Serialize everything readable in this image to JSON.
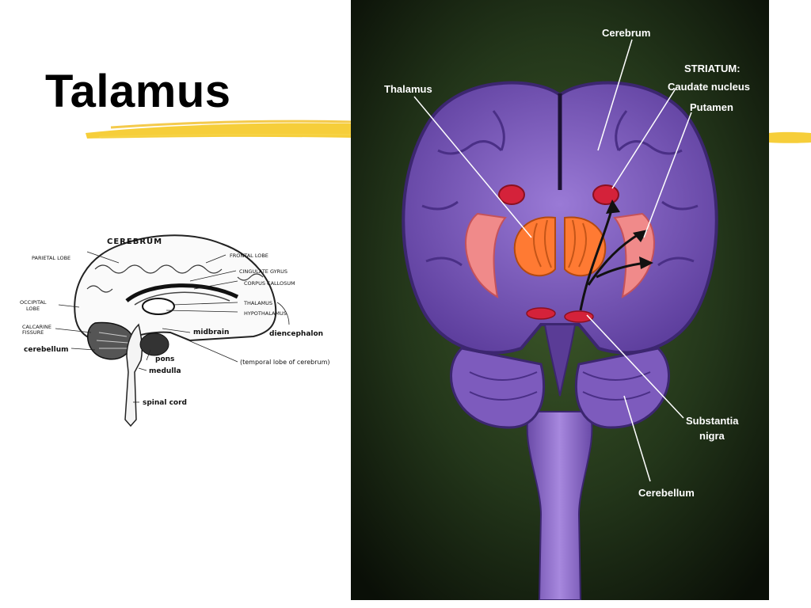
{
  "slide": {
    "title": "Talamus"
  },
  "sagittal_diagram": {
    "labels": {
      "cerebrum": "CEREBRUM",
      "parietal_lobe": "PARIETAL LOBE",
      "frontal_lobe": "FRONTAL LOBE",
      "cingulate_gyrus": "CINGULATE GYRUS",
      "corpus_callosum": "CORPUS CALLOSUM",
      "occipital_lobe_1": "OCCIPITAL",
      "occipital_lobe_2": "LOBE",
      "thalamus": "THALAMUS",
      "hypothalamus": "HYPOTHALAMUS",
      "calcarine_1": "CALCARINE",
      "calcarine_2": "FISSURE",
      "midbrain": "midbrain",
      "diencephalon": "diencephalon",
      "cerebellum": "cerebellum",
      "pons": "pons",
      "temporal": "(temporal lobe of cerebrum)",
      "medulla": "medulla",
      "spinal_cord": "spinal cord"
    }
  },
  "coronal_diagram": {
    "labels": {
      "cerebrum": "Cerebrum",
      "striatum": "STRIATUM:",
      "caudate": "Caudate nucleus",
      "putamen": "Putamen",
      "thalamus": "Thalamus",
      "substantia_1": "Substantia",
      "substantia_2": "nigra",
      "cerebellum": "Cerebellum"
    }
  }
}
